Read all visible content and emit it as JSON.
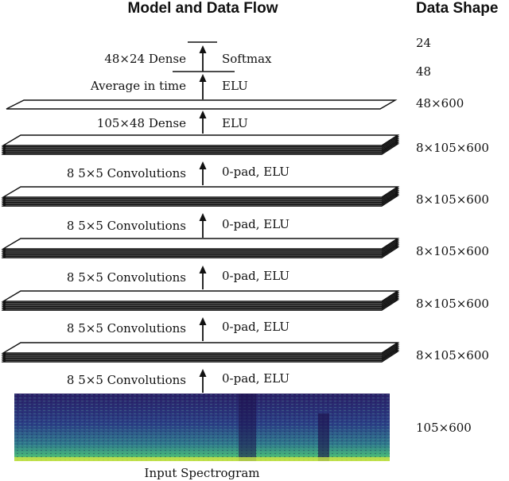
{
  "headers": {
    "flow": "Model and Data Flow",
    "shape": "Data Shape"
  },
  "layers": [
    {
      "left": "48×24 Dense",
      "right": "Softmax"
    },
    {
      "left": "Average in time",
      "right": "ELU"
    },
    {
      "left": "105×48 Dense",
      "right": "ELU"
    },
    {
      "left": "8 5×5 Convolutions",
      "right": "0-pad, ELU"
    },
    {
      "left": "8 5×5 Convolutions",
      "right": "0-pad, ELU"
    },
    {
      "left": "8 5×5 Convolutions",
      "right": "0-pad, ELU"
    },
    {
      "left": "8 5×5 Convolutions",
      "right": "0-pad, ELU"
    },
    {
      "left": "8 5×5 Convolutions",
      "right": "0-pad, ELU"
    }
  ],
  "shapes": [
    "24",
    "48",
    "48×600",
    "8×105×600",
    "8×105×600",
    "8×105×600",
    "8×105×600",
    "8×105×600",
    "105×600"
  ],
  "input_label": "Input Spectrogram",
  "colors": {
    "spectrogram_low": "#2d1a5e",
    "spectrogram_mid": "#2f6b8e",
    "spectrogram_high": "#3fbf6f",
    "spectrogram_peak": "#c8e64a"
  }
}
